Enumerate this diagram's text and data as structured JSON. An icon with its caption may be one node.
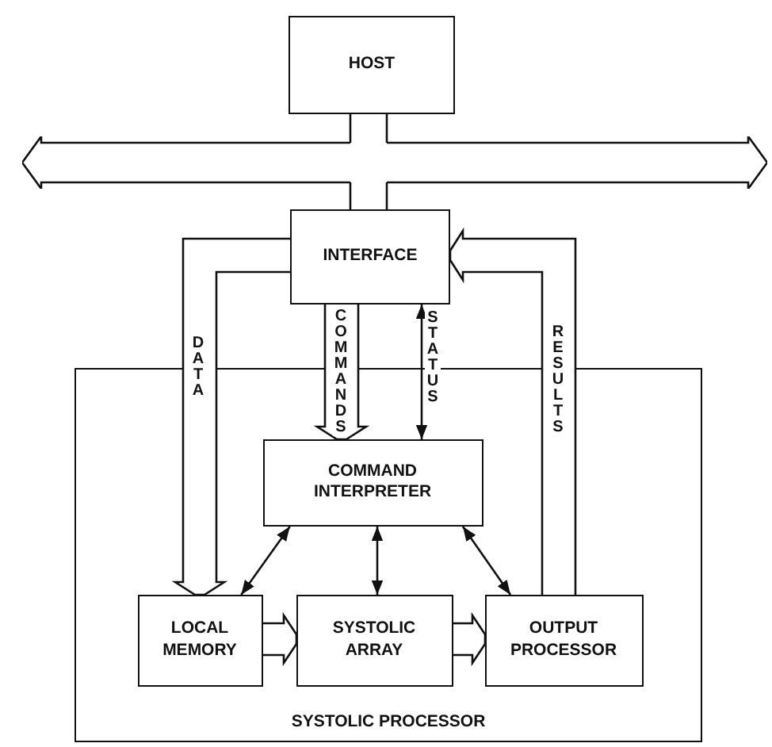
{
  "diagram": {
    "nodes": [
      {
        "text": [
          "HOST"
        ]
      },
      {
        "text": [],
        "shape": "bar"
      },
      {
        "text": [
          "INTERFACE"
        ]
      },
      {
        "text": [
          "SYSTOLIC PROCESSOR"
        ]
      },
      {
        "text": [
          "COMMAND INTERPRETER"
        ],
        "in": 3
      },
      {
        "text": [
          "LOCAL MEMORY"
        ],
        "in": 3
      },
      {
        "text": [
          "SYSTOLIC ARRAY"
        ],
        "in": 3
      },
      {
        "text": [
          "OUTPUT PROCESSOR"
        ],
        "in": 3
      }
    ],
    "edges": [
      {
        "from": 0,
        "to": 1,
        "arrow": "none"
      },
      {
        "from": 1,
        "to": 2,
        "arrow": "none"
      },
      {
        "from": 2,
        "to": 5,
        "arrow": "to",
        "label": "DATA"
      },
      {
        "from": 2,
        "to": 4,
        "arrow": "to",
        "label": "COMMANDS"
      },
      {
        "from": 4,
        "to": 2,
        "arrow": "both",
        "label": "STATUS"
      },
      {
        "from": 7,
        "to": 2,
        "arrow": "to",
        "label": "RESULTS"
      },
      {
        "from": 4,
        "to": 5,
        "arrow": "both"
      },
      {
        "from": 4,
        "to": 6,
        "arrow": "both"
      },
      {
        "from": 4,
        "to": 7,
        "arrow": "both"
      },
      {
        "from": 5,
        "to": 6,
        "arrow": "to"
      },
      {
        "from": 6,
        "to": 7,
        "arrow": "to"
      }
    ]
  }
}
